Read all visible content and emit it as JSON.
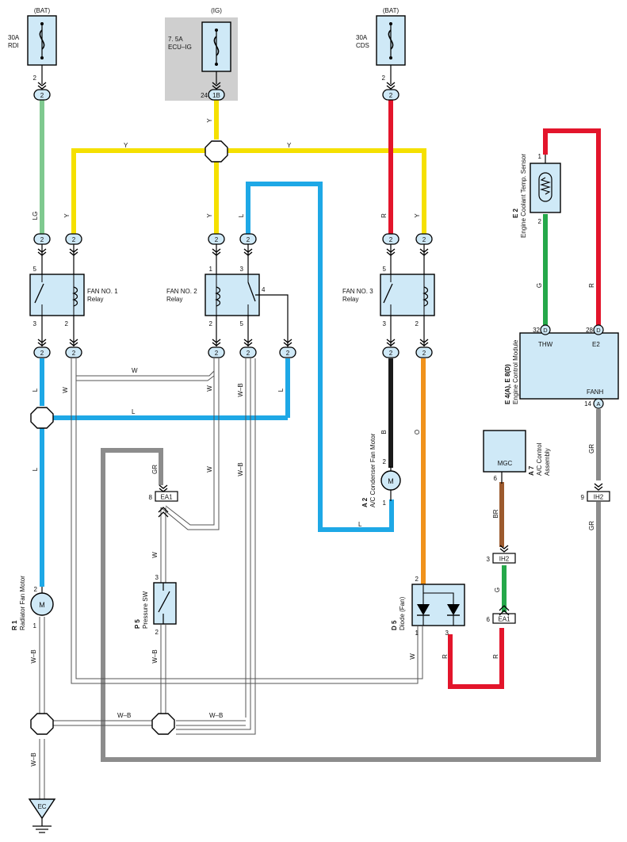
{
  "wire_colors": {
    "LG": "#7fc98f",
    "Y": "#f5e000",
    "L": "#1ea8e6",
    "R": "#e3152b",
    "B": "#1a1a1a",
    "O": "#f0921b",
    "G": "#25a84a",
    "GR": "#8c8c8c",
    "BR": "#9c5a2e",
    "W": "#ffffff",
    "component_fill": "#cfe9f7",
    "ig_shade": "#cfcfcf"
  },
  "fuses": {
    "rdi": {
      "source": "(BAT)",
      "rating": "30A",
      "name": "RDI",
      "pin": "2",
      "conn": "2"
    },
    "ecu_ig": {
      "source": "(IG)",
      "rating": "7. 5A",
      "name": "ECU–IG",
      "pin": "24",
      "conn": "1B"
    },
    "cds": {
      "source": "(BAT)",
      "rating": "30A",
      "name": "CDS",
      "pin": "2",
      "conn": "2"
    }
  },
  "relays": {
    "fan1": {
      "name": "FAN NO. 1",
      "sub": "Relay",
      "pins": [
        "5",
        "3",
        "2"
      ]
    },
    "fan2": {
      "name": "FAN NO. 2",
      "sub": "Relay",
      "pins": [
        "1",
        "3",
        "4",
        "2",
        "5"
      ]
    },
    "fan3": {
      "name": "FAN NO. 3",
      "sub": "Relay",
      "pins": [
        "5",
        "3",
        "2"
      ]
    }
  },
  "connector_label": "2",
  "wire_labels": {
    "lg": "LG",
    "y": "Y",
    "l": "L",
    "r": "R",
    "w": "W",
    "wb": "W–B",
    "b": "B",
    "o": "O",
    "gr": "GR",
    "br": "BR",
    "g": "G"
  },
  "sensor": {
    "code": "E 2",
    "name": "Engine Coolant Temp.  Sensor",
    "pin1": "1",
    "pin2": "2"
  },
  "ecm": {
    "code": "E 4(A), E 8(D)",
    "name": "Engine Control Module",
    "thw": "THW",
    "e2": "E2",
    "fanh": "FANH",
    "pin_thw": "32",
    "pin_e2": "28",
    "pin_fanh": "14",
    "conn_d": "D",
    "conn_a": "A"
  },
  "ac_control": {
    "code": "A 7",
    "name1": "A/C Control",
    "name2": "Assembly",
    "mgc": "MGC",
    "pin": "6"
  },
  "ac_motor": {
    "code": "A 2",
    "name": "A/C Condenser Fan Motor",
    "pin2": "2",
    "pin1": "1",
    "m": "M"
  },
  "rad_motor": {
    "code": "R 1",
    "name": "Radiator Fan Motor",
    "pin2": "2",
    "pin1": "1",
    "m": "M"
  },
  "pressure_sw": {
    "code": "P 5",
    "name": "Pressure SW",
    "pin3": "3",
    "pin2": "2"
  },
  "diode": {
    "code": "D 5",
    "name": "Diode (Fan)",
    "pin2": "2",
    "pin1": "1",
    "pin3": "3"
  },
  "junctions": {
    "ea1": "EA1",
    "ih2": "IH2",
    "ea1_pin_a": "8",
    "ih2_pin_a": "9",
    "ih2_pin_b": "3",
    "ea1_pin_b": "6"
  },
  "ground": "EC"
}
